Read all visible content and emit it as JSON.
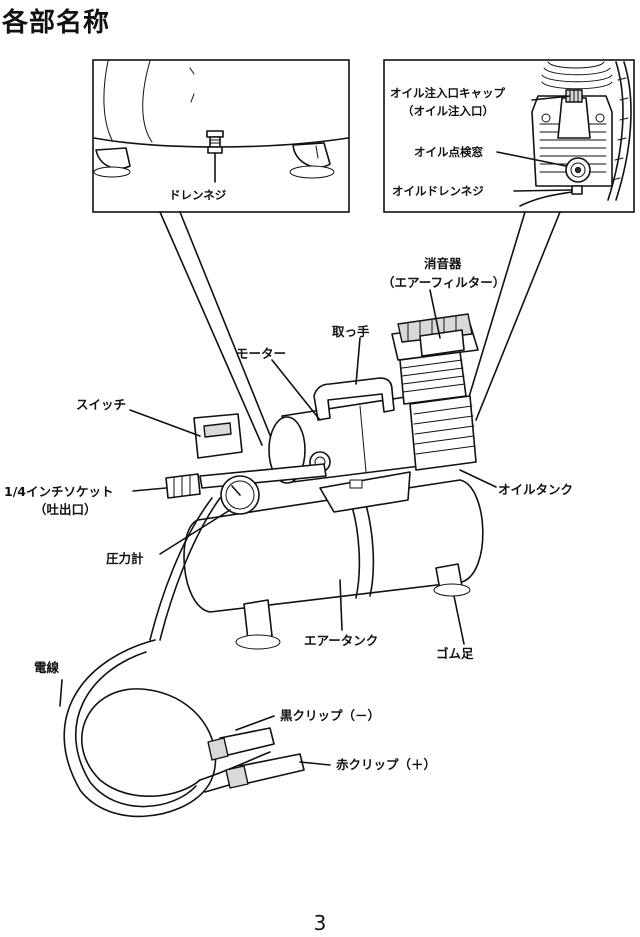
{
  "header": {
    "title": "各部名称"
  },
  "footer": {
    "page_number": "3"
  },
  "inset_drain": {
    "label": "ドレンネジ"
  },
  "inset_oil": {
    "cap_label_line1": "オイル注入口キャップ",
    "cap_label_line2": "（オイル注入口）",
    "window_label": "オイル点検窓",
    "drain_label": "オイルドレンネジ"
  },
  "labels": {
    "muffler_line1": "消音器",
    "muffler_line2": "（エアーフィルター）",
    "handle": "取っ手",
    "motor": "モーター",
    "switch": "スイッチ",
    "socket_line1": "1/4インチソケット",
    "socket_line2": "（吐出口）",
    "oil_tank": "オイルタンク",
    "gauge": "圧力計",
    "air_tank": "エアータンク",
    "rubber_foot": "ゴム足",
    "cable": "電線",
    "black_clip": "黒クリップ（－）",
    "red_clip": "赤クリップ（＋）"
  }
}
